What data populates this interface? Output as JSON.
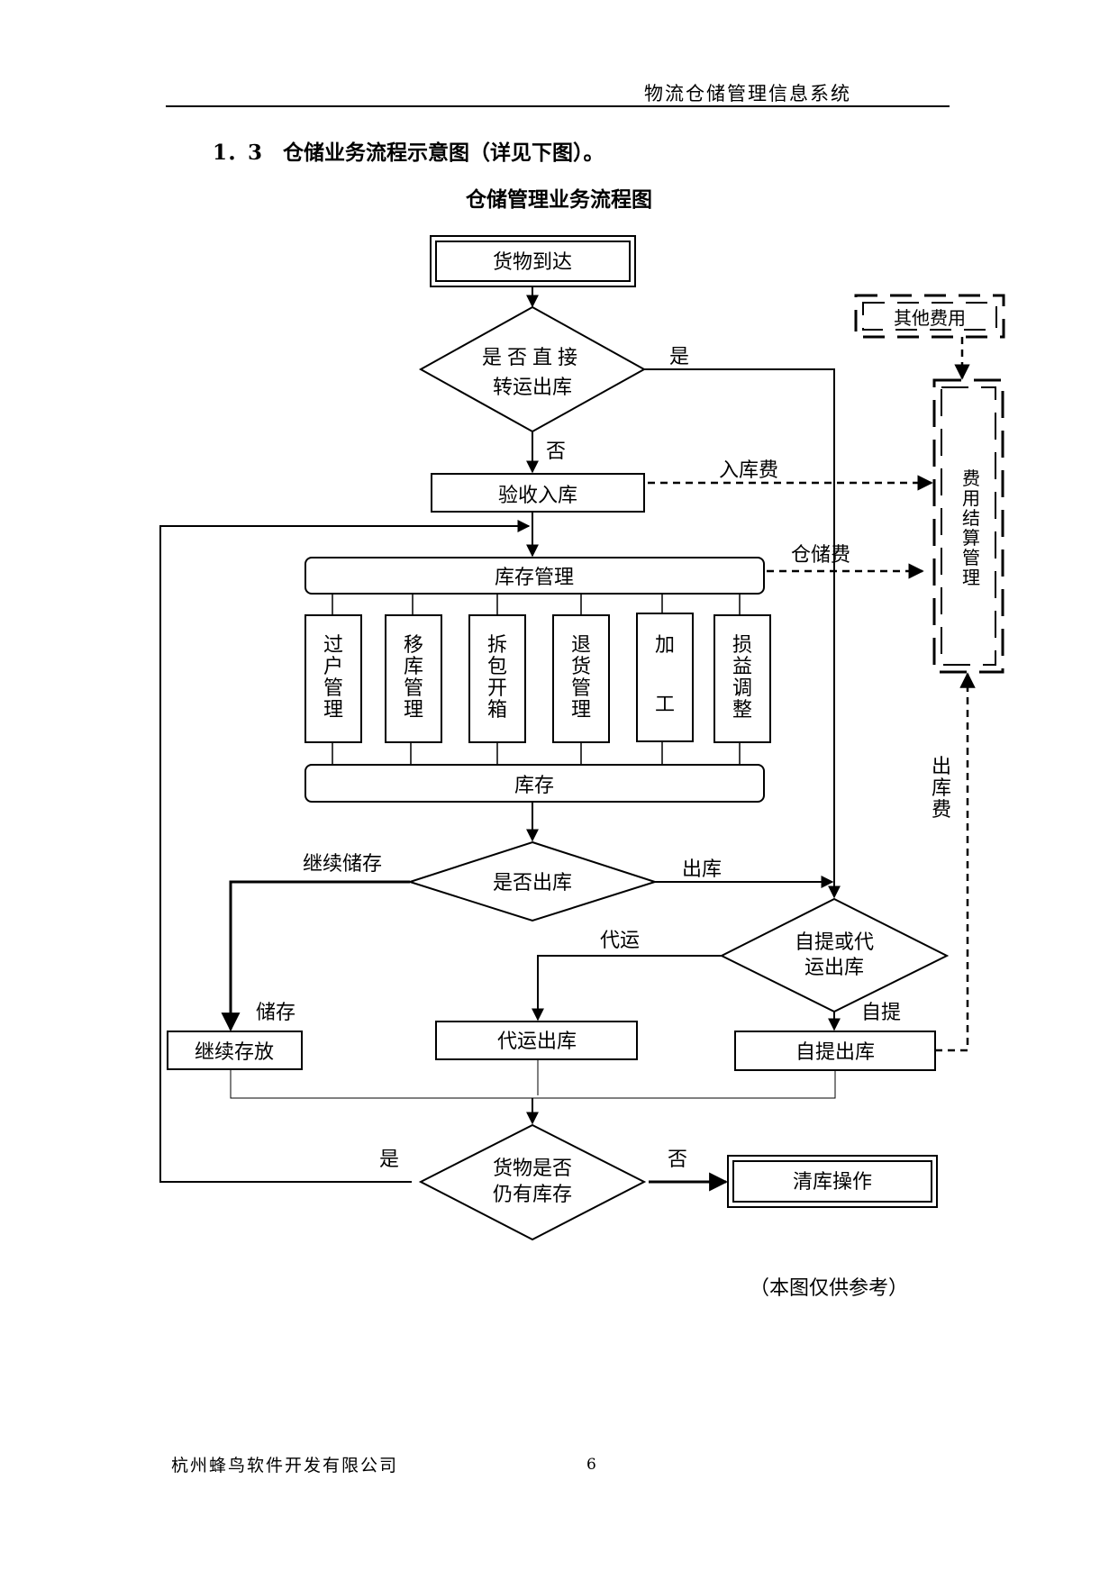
{
  "header": {
    "title": "物流仓储管理信息系统"
  },
  "section": {
    "heading": "1．3　仓储业务流程示意图（详见下图）。"
  },
  "diagram": {
    "title": "仓储管理业务流程图",
    "nodes": {
      "arrival": "货物到达",
      "direct_q_line1": "是否直接",
      "direct_q_line2": "转运出库",
      "receive": "验收入库",
      "inventory_mgmt": "库存管理",
      "sub_transfer": "过户管理",
      "sub_move": "移库管理",
      "sub_unpack": "拆包开箱",
      "sub_return": "退货管理",
      "sub_process": "加工",
      "sub_adjust": "损益调整",
      "stock": "库存",
      "out_q": "是否出库",
      "pickup_q_line1": "自提或代",
      "pickup_q_line2": "运出库",
      "keep_store": "继续存放",
      "consign_out": "代运出库",
      "self_out": "自提出库",
      "remain_q_line1": "货物是否",
      "remain_q_line2": "仍有库存",
      "clear": "清库操作",
      "other_fees": "其他费用",
      "settlement": "费用结算管理"
    },
    "labels": {
      "yes_direct": "是",
      "no_direct": "否",
      "inbound_fee": "入库费",
      "storage_fee": "仓储费",
      "outbound_fee": "出库费",
      "continue_store": "继续储存",
      "out": "出库",
      "consign": "代运",
      "store": "储存",
      "self_pick": "自提",
      "yes_remain": "是",
      "no_remain": "否"
    },
    "note": "（本图仅供参考）"
  },
  "footer": {
    "company": "杭州蜂鸟软件开发有限公司",
    "page": "6"
  }
}
